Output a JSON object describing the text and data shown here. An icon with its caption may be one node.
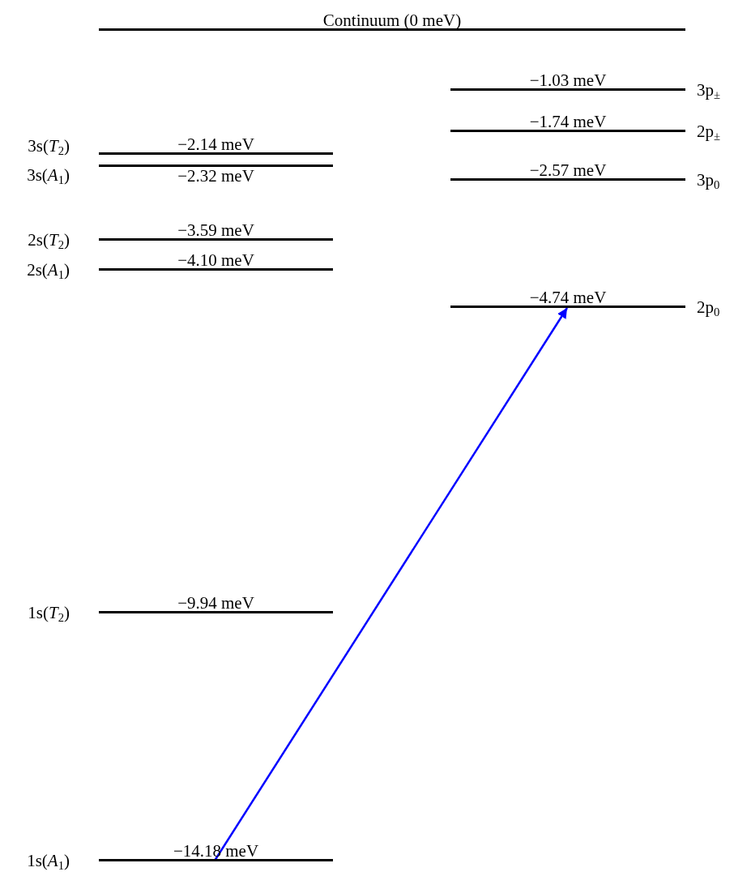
{
  "diagram": {
    "nodes": [
      {
        "text": [
          "Continuum (0 meV)"
        ]
      },
      {
        "text": [
          "−1.03 meV"
        ],
        "beside": [
          "3p$_{±}$"
        ]
      },
      {
        "text": [
          "−1.74 meV"
        ],
        "beside": [
          "2p$_{±}$"
        ]
      },
      {
        "text": [
          "−2.14 meV"
        ],
        "beside": [
          "3s(*T*$_{2}$)"
        ]
      },
      {
        "text": [
          "−2.32 meV"
        ],
        "beside": [
          "3s(*A*$_{1}$)"
        ]
      },
      {
        "text": [
          "−2.57 meV"
        ],
        "beside": [
          "3p$_{0}$"
        ]
      },
      {
        "text": [
          "−3.59 meV"
        ],
        "beside": [
          "2s(*T*$_{2}$)"
        ]
      },
      {
        "text": [
          "−4.10 meV"
        ],
        "beside": [
          "2s(*A*$_{1}$)"
        ]
      },
      {
        "text": [
          "−4.74 meV"
        ],
        "beside": [
          "2p$_{0}$"
        ]
      },
      {
        "text": [
          "−9.94 meV"
        ],
        "beside": [
          "1s(*T*$_{2}$)"
        ]
      },
      {
        "text": [
          "−14.18 meV"
        ],
        "beside": [
          "1s(*A*$_{1}$)"
        ]
      }
    ],
    "edges": [
      {
        "from": 10,
        "to": 8,
        "arrow": "to",
        "color": "#0000ff"
      }
    ]
  }
}
